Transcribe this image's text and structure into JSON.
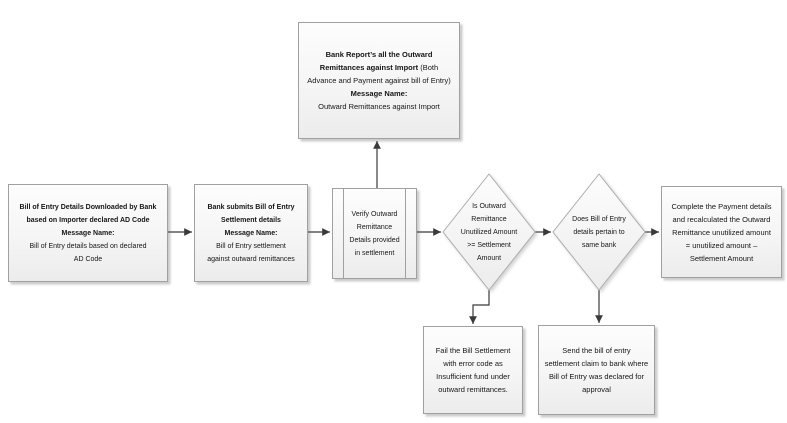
{
  "diagram_type": "flowchart",
  "colors": {
    "background": "#ffffff",
    "node_border": "#a0a0a0",
    "node_fill_top": "#fdfdfd",
    "node_fill_bottom": "#ececec",
    "arrow": "#3a3a3a",
    "text": "#161616"
  },
  "nodes": {
    "bill_entry_download": {
      "bold_lines": [
        "Bill of Entry Details Downloaded by Bank",
        "based on Importer declared AD Code",
        "Message Name:"
      ],
      "regular_lines": [
        "Bill of Entry details based on declared",
        "AD Code"
      ]
    },
    "bank_submits": {
      "bold_lines": [
        "Bank submits Bill of Entry",
        "Settlement details",
        "Message Name:"
      ],
      "regular_lines": [
        "Bill of Entry settlement",
        "against outward remittances"
      ]
    },
    "verify_remittance": {
      "lines": [
        "Verify Outward",
        "Remittance",
        "Details provided",
        "in settlement"
      ]
    },
    "bank_reports": {
      "line1_bold": "Bank Report’s all the Outward",
      "line2_bold": "Remittances against Import",
      "line2_regular": "(Both",
      "line3": "Advance and Payment against bill of Entry)",
      "line4_bold": "Message Name:",
      "line5": "Outward Remittances against Import"
    },
    "decision_amount": {
      "lines": [
        "Is Outward",
        "Remittance",
        "Unutilized Amount",
        ">= Settlement",
        "Amount"
      ]
    },
    "decision_bank": {
      "lines": [
        "Does Bill of Entry",
        "details pertain to",
        "same bank"
      ]
    },
    "complete_payment": {
      "lines": [
        "Complete the Payment details",
        "and recalculated the Outward",
        "Remittance unutilized amount",
        "= unutilized amount –",
        "Settlement Amount"
      ]
    },
    "fail_settlement": {
      "lines": [
        "Fail the Bill Settlement",
        "with error code as",
        "Insufficient fund under",
        "outward remittances."
      ]
    },
    "send_claim": {
      "lines": [
        "Send the bill of entry",
        "settlement claim to bank where",
        "Bill of Entry was declared for",
        "approval"
      ]
    }
  },
  "edges": [
    {
      "from": "bill_entry_download",
      "to": "bank_submits"
    },
    {
      "from": "bank_submits",
      "to": "verify_remittance"
    },
    {
      "from": "verify_remittance",
      "to": "bank_reports"
    },
    {
      "from": "verify_remittance",
      "to": "decision_amount"
    },
    {
      "from": "decision_amount",
      "to": "decision_bank"
    },
    {
      "from": "decision_amount",
      "to": "fail_settlement"
    },
    {
      "from": "decision_bank",
      "to": "complete_payment"
    },
    {
      "from": "decision_bank",
      "to": "send_claim"
    }
  ]
}
